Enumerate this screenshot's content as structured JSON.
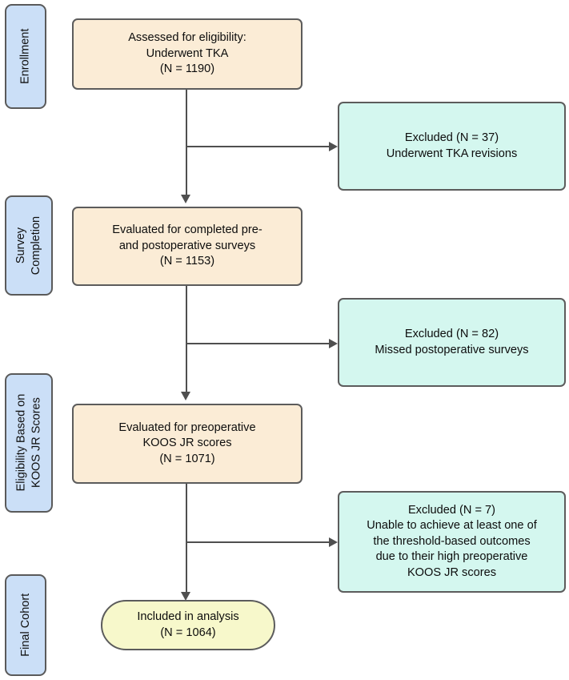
{
  "diagram": {
    "type": "consort-flow-diagram",
    "colors": {
      "stage_fill": "#cbdff7",
      "process_fill": "#fbecd6",
      "excluded_fill": "#d4f7ef",
      "final_fill": "#f7f8cb",
      "border": "#5c5c5c",
      "connector": "#4f4f4f"
    },
    "stages": [
      {
        "id": "enrollment",
        "label": "Enrollment",
        "lines": [
          "Enrollment"
        ]
      },
      {
        "id": "survey-completion",
        "label": "Survey Completion",
        "lines": [
          "Survey",
          "Completion"
        ]
      },
      {
        "id": "eligibility-koos",
        "label": "Eligibility Based on KOOS JR Scores",
        "lines": [
          "Eligibility Based on",
          "KOOS JR Scores"
        ]
      },
      {
        "id": "final-cohort",
        "label": "Final Cohort",
        "lines": [
          "Final Cohort"
        ]
      }
    ],
    "process_nodes": [
      {
        "id": "assessed",
        "lines": [
          "Assessed for eligibility:",
          "Underwent TKA",
          "(N = 1190)"
        ],
        "n": 1190
      },
      {
        "id": "evaluated-surveys",
        "lines": [
          "Evaluated for completed pre-",
          "and postoperative surveys",
          "(N = 1153)"
        ],
        "n": 1153
      },
      {
        "id": "evaluated-koos",
        "lines": [
          "Evaluated for preoperative",
          "KOOS JR scores",
          "(N = 1071)"
        ],
        "n": 1071
      }
    ],
    "excluded_nodes": [
      {
        "id": "excluded-revisions",
        "lines": [
          "Excluded (N = 37)",
          "Underwent TKA revisions"
        ],
        "n": 37
      },
      {
        "id": "excluded-missed-surveys",
        "lines": [
          "Excluded (N = 82)",
          "Missed postoperative surveys"
        ],
        "n": 82
      },
      {
        "id": "excluded-threshold",
        "lines": [
          "Excluded (N = 7)",
          "Unable to achieve at least one of",
          "the threshold-based outcomes",
          "due to their high preoperative",
          "KOOS JR scores"
        ],
        "n": 7
      }
    ],
    "final_node": {
      "id": "included-in-analysis",
      "lines": [
        "Included in analysis",
        "(N = 1064)"
      ],
      "n": 1064
    }
  }
}
